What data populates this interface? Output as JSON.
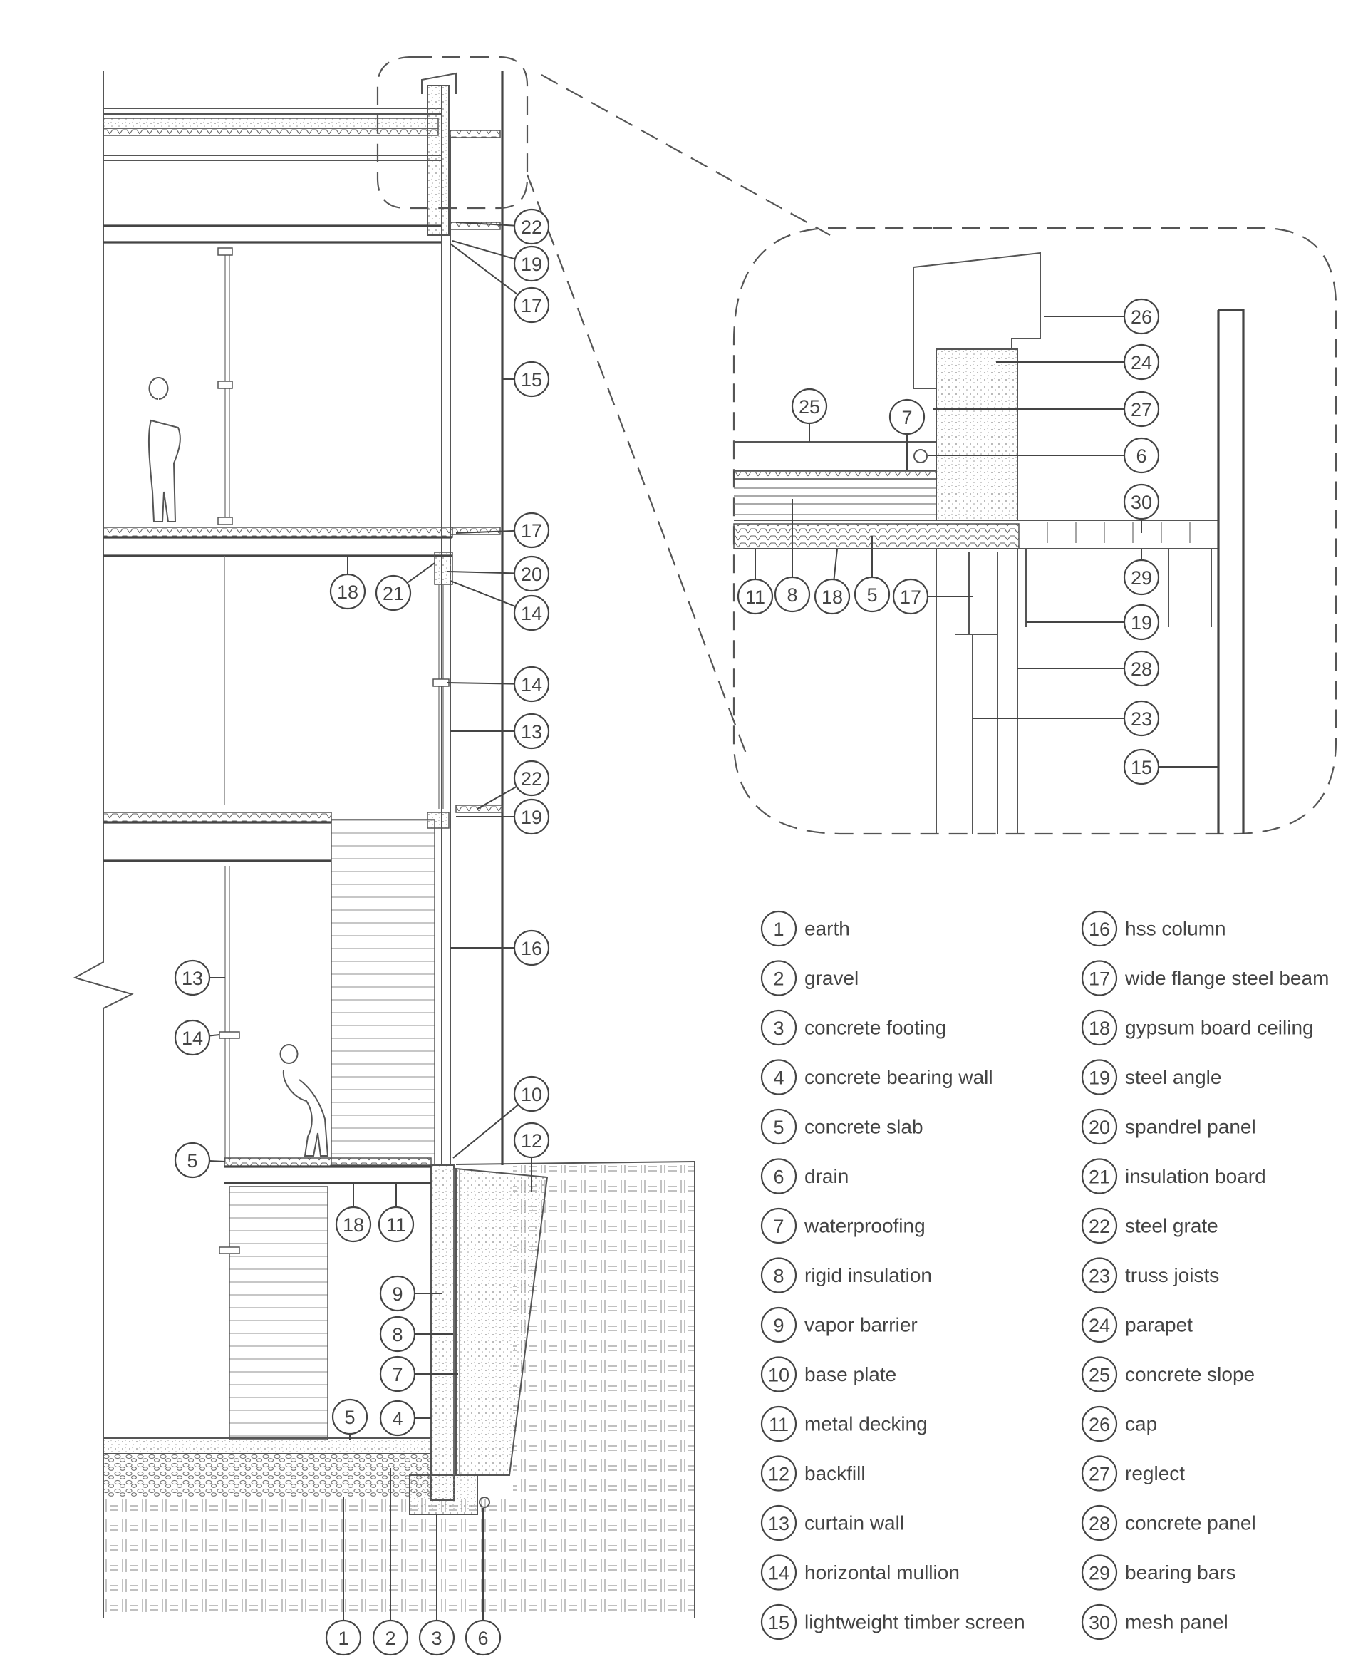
{
  "legend": [
    {
      "num": "1",
      "label": "earth"
    },
    {
      "num": "2",
      "label": "gravel"
    },
    {
      "num": "3",
      "label": "concrete footing"
    },
    {
      "num": "4",
      "label": "concrete bearing wall"
    },
    {
      "num": "5",
      "label": "concrete slab"
    },
    {
      "num": "6",
      "label": "drain"
    },
    {
      "num": "7",
      "label": "waterproofing"
    },
    {
      "num": "8",
      "label": "rigid insulation"
    },
    {
      "num": "9",
      "label": "vapor barrier"
    },
    {
      "num": "10",
      "label": "base plate"
    },
    {
      "num": "11",
      "label": "metal decking"
    },
    {
      "num": "12",
      "label": "backfill"
    },
    {
      "num": "13",
      "label": "curtain wall"
    },
    {
      "num": "14",
      "label": "horizontal mullion"
    },
    {
      "num": "15",
      "label": "lightweight timber screen"
    },
    {
      "num": "16",
      "label": "hss column"
    },
    {
      "num": "17",
      "label": "wide flange steel beam"
    },
    {
      "num": "18",
      "label": "gypsum board ceiling"
    },
    {
      "num": "19",
      "label": "steel angle"
    },
    {
      "num": "20",
      "label": "spandrel panel"
    },
    {
      "num": "21",
      "label": "insulation board"
    },
    {
      "num": "22",
      "label": "steel grate"
    },
    {
      "num": "23",
      "label": "truss joists"
    },
    {
      "num": "24",
      "label": "parapet"
    },
    {
      "num": "25",
      "label": "concrete slope"
    },
    {
      "num": "26",
      "label": "cap"
    },
    {
      "num": "27",
      "label": "reglect"
    },
    {
      "num": "28",
      "label": "concrete panel"
    },
    {
      "num": "29",
      "label": "bearing bars"
    },
    {
      "num": "30",
      "label": "mesh panel"
    }
  ],
  "section_callouts": [
    "22",
    "19",
    "17",
    "15",
    "17",
    "20",
    "21",
    "18",
    "14",
    "14",
    "13",
    "22",
    "19",
    "16",
    "13",
    "14",
    "10",
    "12",
    "5",
    "18",
    "11",
    "9",
    "8",
    "7",
    "4",
    "5",
    "1",
    "2",
    "3",
    "6"
  ],
  "detail_callouts": [
    "26",
    "24",
    "27",
    "6",
    "30",
    "29",
    "19",
    "28",
    "23",
    "15",
    "25",
    "7",
    "11",
    "8",
    "18",
    "5",
    "17"
  ]
}
